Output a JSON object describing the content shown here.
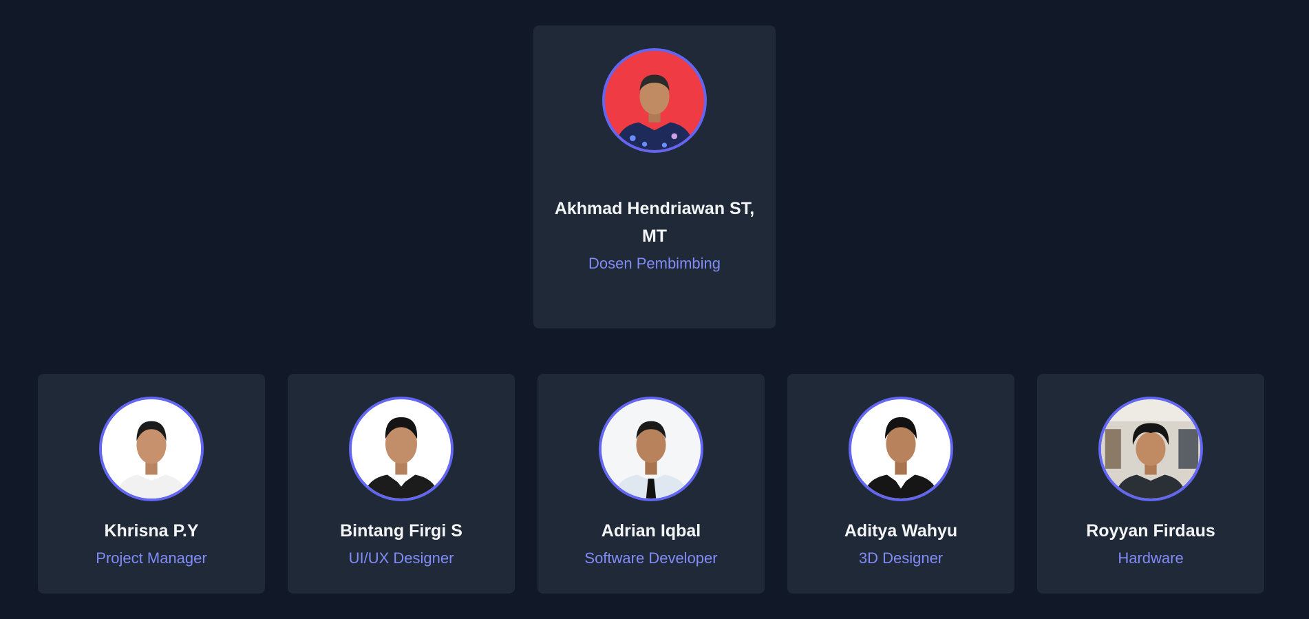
{
  "lead": {
    "name": "Akhmad Hendriawan ST, MT",
    "role": "Dosen Pembimbing"
  },
  "members": [
    {
      "name": "Khrisna P.Y",
      "role": "Project Manager"
    },
    {
      "name": "Bintang Firgi S",
      "role": "UI/UX Designer"
    },
    {
      "name": "Adrian Iqbal",
      "role": "Software Developer"
    },
    {
      "name": "Aditya Wahyu",
      "role": "3D Designer"
    },
    {
      "name": "Royyan Firdaus",
      "role": "Hardware"
    }
  ],
  "colors": {
    "background": "#111827",
    "card": "#1f2937",
    "accent": "#6366f1",
    "role_text": "#818cf8",
    "name_text": "#f3f4f6"
  }
}
